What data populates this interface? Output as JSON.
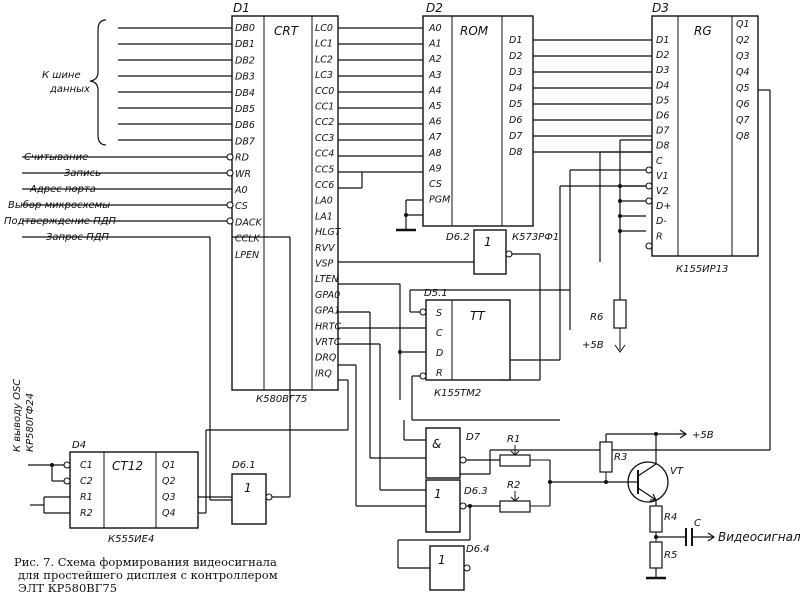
{
  "chips": {
    "d1": {
      "ref": "D1",
      "type": "CRT",
      "part": "К580ВГ75",
      "left_pins": [
        "DB0",
        "DB1",
        "DB2",
        "DB3",
        "DB4",
        "DB5",
        "DB6",
        "DB7",
        "RD",
        "WR",
        "A0",
        "CS",
        "DACK",
        "CCLK",
        "LPEN"
      ],
      "right_pins": [
        "LC0",
        "LC1",
        "LC2",
        "LC3",
        "CC0",
        "CC1",
        "CC2",
        "CC3",
        "CC4",
        "CC5",
        "CC6",
        "LA0",
        "LA1",
        "HLGT",
        "RVV",
        "VSP",
        "LTEN",
        "GPA0",
        "GPA1",
        "HRTC",
        "VRTC",
        "DRQ",
        "IRQ"
      ]
    },
    "d2": {
      "ref": "D2",
      "type": "ROM",
      "part": "К573РФ1",
      "left_pins": [
        "A0",
        "A1",
        "A2",
        "A3",
        "A4",
        "A5",
        "A6",
        "A7",
        "A8",
        "A9",
        "CS",
        "PGM"
      ],
      "right_pins": [
        "D1",
        "D2",
        "D3",
        "D4",
        "D5",
        "D6",
        "D7",
        "D8"
      ]
    },
    "d3": {
      "ref": "D3",
      "type": "RG",
      "part": "К155ИР13",
      "left_pins": [
        "D1",
        "D2",
        "D3",
        "D4",
        "D5",
        "D6",
        "D7",
        "D8",
        "C",
        "V1",
        "V2",
        "D+",
        "D-",
        "R"
      ],
      "right_pins": [
        "Q1",
        "Q2",
        "Q3",
        "Q4",
        "Q5",
        "Q6",
        "Q7",
        "Q8"
      ]
    },
    "d4": {
      "ref": "D4",
      "type": "CT12",
      "part": "К555ИЕ4",
      "left_pins": [
        "C1",
        "C2",
        "R1",
        "R2"
      ],
      "right_pins": [
        "Q1",
        "Q2",
        "Q3",
        "Q4"
      ]
    },
    "d5": {
      "ref": "D5.1",
      "type": "TT",
      "part": "К155ТМ2",
      "left_pins": [
        "S",
        "C",
        "D",
        "R"
      ]
    }
  },
  "gates": {
    "d61": "D6.1",
    "d62": "D6.2",
    "d63": "D6.3",
    "d64": "D6.4",
    "d7": "D7",
    "one": "1",
    "and": "&"
  },
  "components": {
    "r1": "R1",
    "r2": "R2",
    "r3": "R3",
    "r4": "R4",
    "r5": "R5",
    "r6": "R6",
    "vt": "VT",
    "c": "C"
  },
  "signals": {
    "bus": [
      "К шине",
      "данных"
    ],
    "read": "Считывание",
    "write": "Запись",
    "port": "Адрес порта",
    "chip_select": "Выбор микросхемы",
    "dma_ack": "Подтверждение ПДП",
    "dma_req": "Запрос ПДП",
    "plus5_a": "+5В",
    "plus5_b": "+5В",
    "osc": [
      "К выводу OSC",
      "КР580ГФ24"
    ],
    "video": "Видеосигнал"
  },
  "caption": [
    "Рис. 7. Схема формирования видеосигнала",
    "для простейшего дисплея с контроллером",
    "ЭЛТ КР580ВГ75"
  ]
}
